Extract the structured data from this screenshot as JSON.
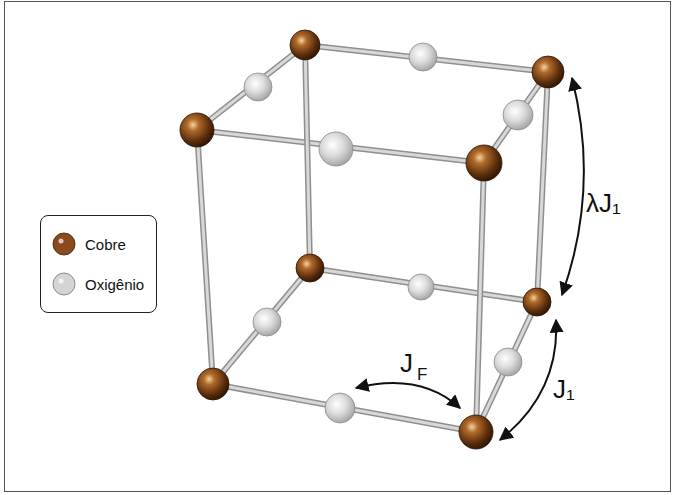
{
  "diagram": {
    "labels": [
      "λJ₁",
      "J₁",
      "J",
      "F"
    ],
    "legend": [
      {
        "text": "Cobre",
        "color": "#8a4a1c"
      },
      {
        "text": "Oxigênio",
        "color": "#d4d4d4"
      }
    ]
  }
}
